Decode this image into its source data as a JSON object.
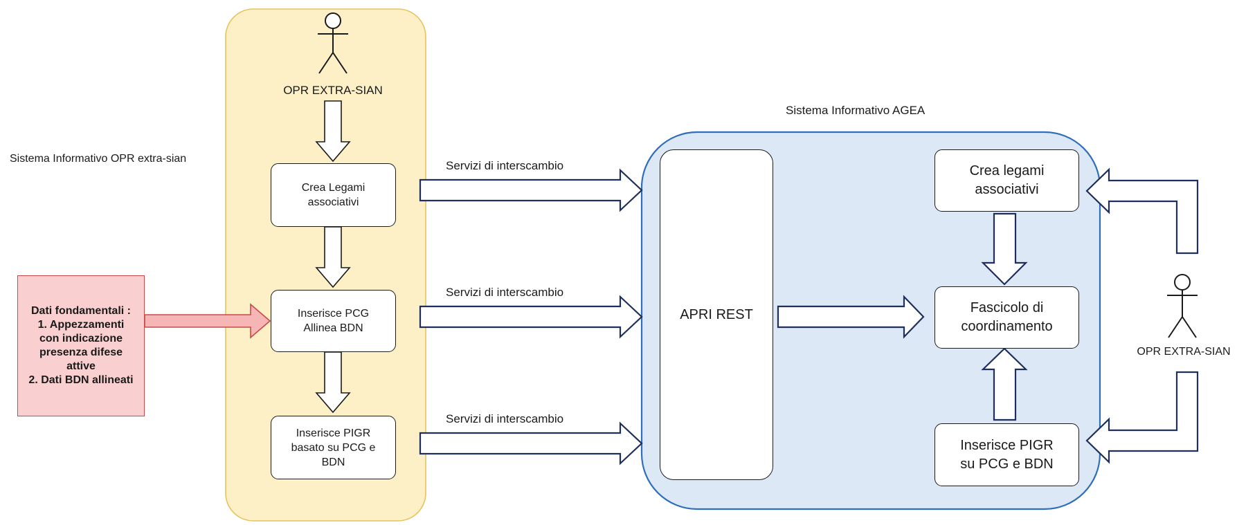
{
  "left_system": {
    "label": "Sistema Informativo OPR extra-sian",
    "actor_label": "OPR EXTRA-SIAN",
    "boxes": [
      "Crea Legami\nassociativi",
      "Inserisce PCG\nAllinea BDN",
      "Inserisce PIGR\nbasato su PCG e\nBDN"
    ]
  },
  "input_data": {
    "text": "Dati fondamentali :\n1. Appezzamenti\ncon indicazione\npresenza difese\nattive\n2. Dati BDN allineati"
  },
  "exchange_labels": [
    "Servizi di interscambio",
    "Servizi di interscambio",
    "Servizi di interscambio"
  ],
  "agea_system": {
    "label": "Sistema Informativo AGEA",
    "rest_box": "APRI REST",
    "top_box": "Crea legami\nassociativi",
    "center_box": "Fascicolo di\ncoordinamento",
    "bottom_box": "Inserisce PIGR\nsu PCG e BDN",
    "actor_label": "OPR EXTRA-SIAN"
  },
  "colors": {
    "left_panel_fill": "#fdf0c6",
    "left_panel_border": "#e6c35c",
    "agea_panel_fill": "#dde8f6",
    "agea_panel_border": "#2f6fba",
    "input_fill": "#f9cfcf",
    "input_border": "#c94848",
    "input_arrow_fill": "#f6b6b6",
    "arrow_dark": "#1f2f5b",
    "stroke": "#1a1a1a"
  }
}
